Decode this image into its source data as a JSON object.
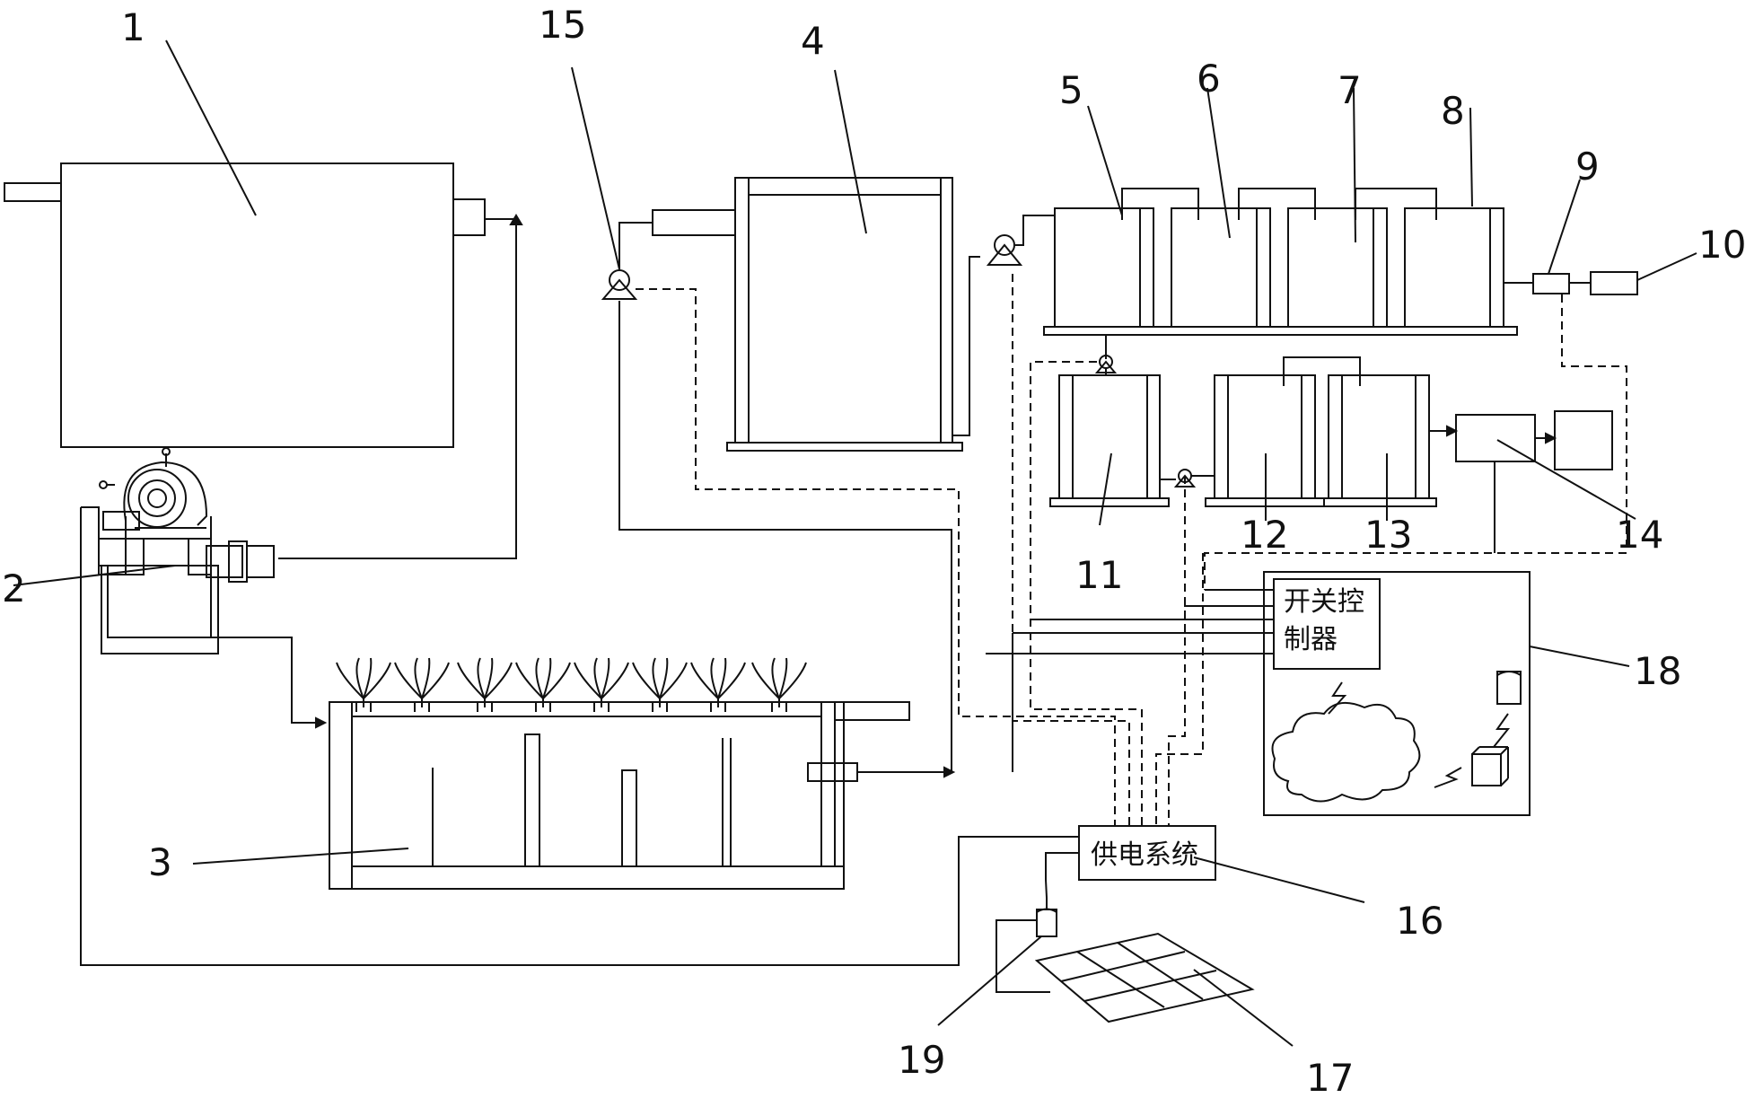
{
  "labels": {
    "n1": "1",
    "n2": "2",
    "n3": "3",
    "n4": "4",
    "n5": "5",
    "n6": "6",
    "n7": "7",
    "n8": "8",
    "n9": "9",
    "n10": "10",
    "n11": "11",
    "n12": "12",
    "n13": "13",
    "n14": "14",
    "n15": "15",
    "n16": "16",
    "n17": "17",
    "n18": "18",
    "n19": "19"
  },
  "switch_controller": {
    "line1": "开关控",
    "line2": "制器"
  },
  "power_system": "供电系统",
  "style": {
    "line_color": "#111111",
    "background": "#ffffff"
  }
}
